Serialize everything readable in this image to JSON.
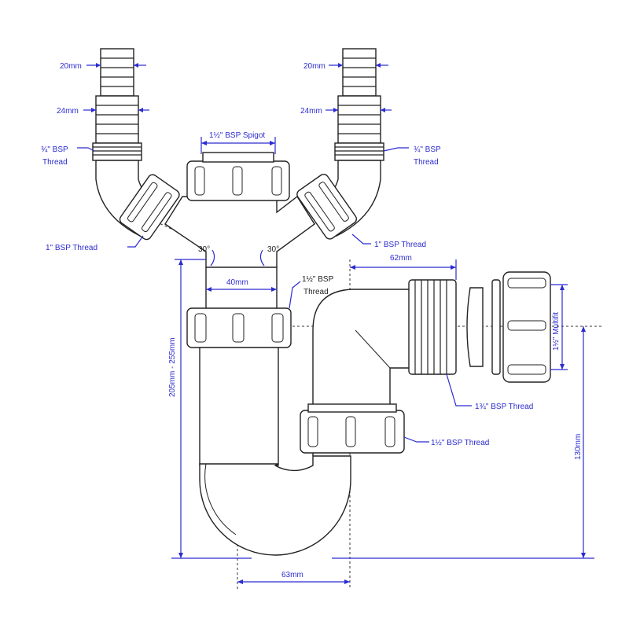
{
  "colors": {
    "dimension": "#2b2bd0",
    "outline": "#222222"
  },
  "labels": {
    "left_hose_tip": "20mm",
    "left_hose_body": "24mm",
    "right_hose_tip": "20mm",
    "right_hose_body": "24mm",
    "left_bsp_thread": [
      "¾\" BSP",
      "Thread"
    ],
    "right_bsp_thread": [
      "¾\" BSP",
      "Thread"
    ],
    "spigot": "1½\" BSP Spigot",
    "left_inlet_thread": "1\" BSP Thread",
    "right_inlet_thread": "1\" BSP Thread",
    "angle_left": "30°",
    "angle_right": "30°",
    "outlet_62": "62mm",
    "pipe_40": "40mm",
    "thread_112": [
      "1½\" BSP",
      "Thread"
    ],
    "height_range": "205mm - 255mm",
    "multifit": "1½\" Multifit",
    "thread_134": "1¾\" BSP Thread",
    "thread_112_lower": "1½\" BSP Thread",
    "height_130": "130mm",
    "width_63": "63mm"
  }
}
